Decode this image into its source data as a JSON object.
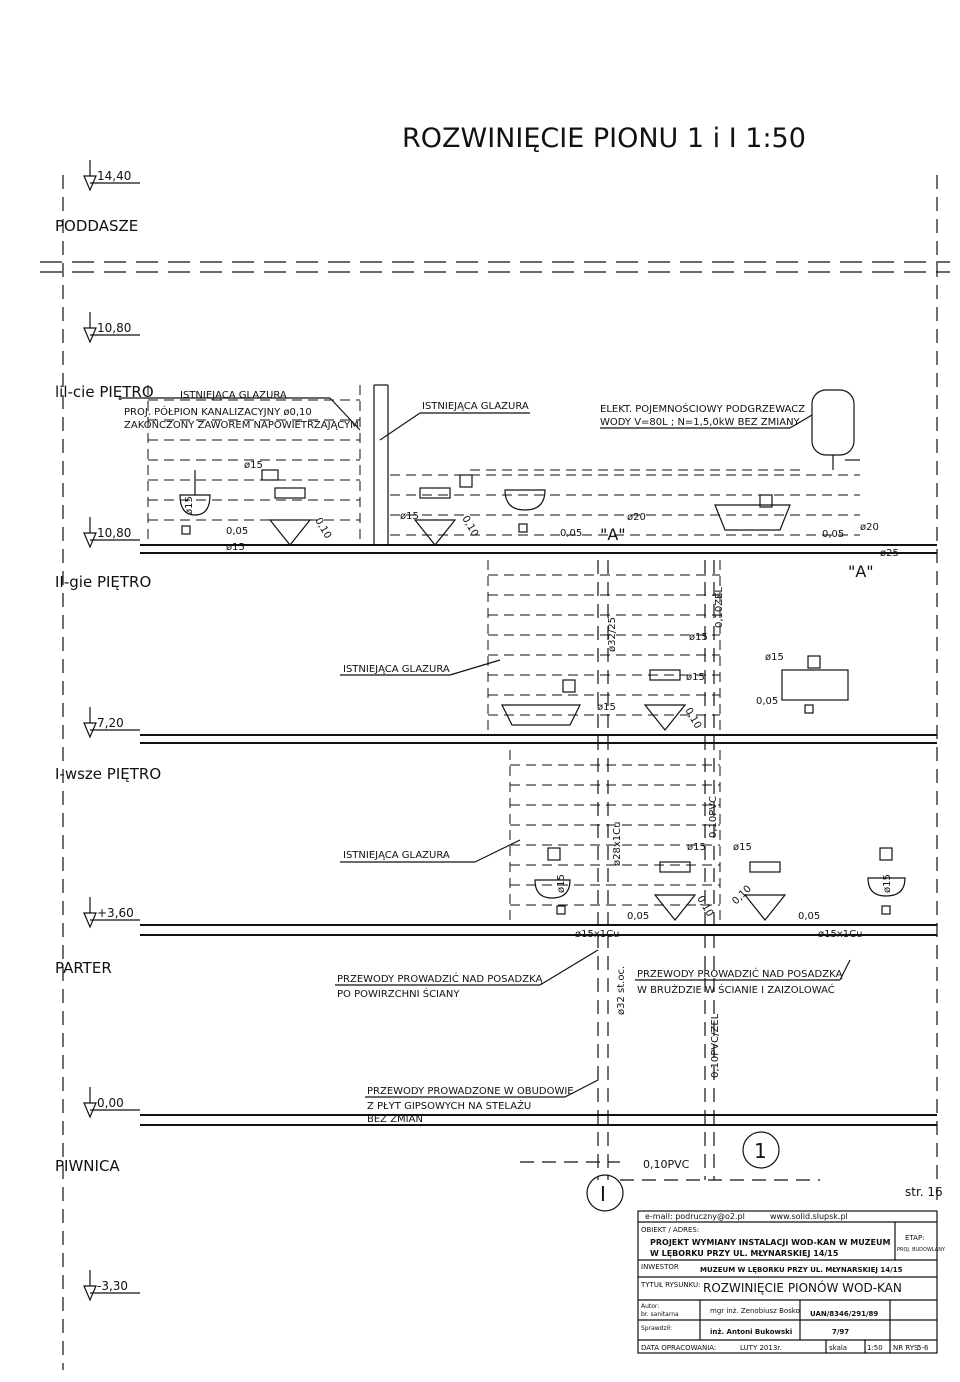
{
  "title": "ROZWINIĘCIE PIONU    1 i I   1:50",
  "levels": [
    {
      "elev": "14,40",
      "name": "PODDASZE"
    },
    {
      "elev": "10,80",
      "name": "lil-cie PIĘTRO"
    },
    {
      "elev": "10,80",
      "name": "II-gie PIĘTRO"
    },
    {
      "elev": "7,20",
      "name": "I-wsze PIĘTRO"
    },
    {
      "elev": "+3,60",
      "name": "PARTER"
    },
    {
      "elev": "0,00",
      "name": "PIWNICA"
    },
    {
      "elev": "-3,30",
      "name": ""
    }
  ],
  "notes": {
    "glazura": "ISTNIEJĄCA GLAZURA",
    "polpion1": "PROJ. PÓŁPION KANALIZACYJNY ø0,10",
    "polpion2": "ZAKOŃCZONY ZAWOREM NAPOWIETRZAJĄCYM",
    "podgrzewacz1": "ELEKT. POJEMNOŚCIOWY PODGRZEWACZ",
    "podgrzewacz2": "WODY  V=80L ;  N=1,5,0kW BEZ ZMIANY",
    "posadzka1": "PRZEWODY PROWADZIĆ NAD POSADZKĄ",
    "posadzka2": "PO POWIRZCHNI ŚCIANY",
    "bruzda1": "PRZEWODY PROWADZIĆ NAD POSADZKĄ",
    "bruzda2": "W BRUŹDZIE W ŚCIANIE I ZAIZOLOWAĆ",
    "obudowa1": "PRZEWODY PROWADZONE W OBUDOWIE",
    "obudowa2": "Z PŁYT GIPSOWYCH NA STELAŻU",
    "obudowa3": "BEZ ZMIAN"
  },
  "dims": {
    "d15": "ø15",
    "d20": "ø20",
    "d25": "ø25",
    "p005": "0,05",
    "p010": "0,10",
    "a": "\"A\"",
    "d3225": "ø32/25",
    "ze1": "0,10ZEL",
    "d28cu": "ø28x1Cu",
    "pvc": "0,10PVC",
    "d15cu": "ø15x1Cu",
    "d32st": "ø32 st.oc.",
    "pvcze": "0,10PVC/ZEL",
    "pvc2": "0,10PVC",
    "pion1": "1",
    "pionI": "I"
  },
  "titleblock": {
    "page": "str. 16",
    "email": "e-mail: podruczny@o2.pl",
    "www": "www.solid.slupsk.pl",
    "obiekt_label": "OBIEKT / ADRES:",
    "obiekt1": "PROJEKT WYMIANY INSTALACJI WOD-KAN W MUZEUM",
    "obiekt2": "W LĘBORKU PRZY UL. MŁYNARSKIEJ 14/15",
    "etap_label": "ETAP:",
    "etap": "PROJ. BUDOWLANY",
    "inwestor_label": "INWESTOR",
    "inwestor": "MUZEUM W LĘBORKU PRZY UL. MŁYNARSKIEJ 14/15",
    "tytul_label": "TYTUŁ RYSUNKU:",
    "tytul": "ROZWINIĘCIE PIONÓW WOD-KAN",
    "autor_label1": "Autor:",
    "autor_label2": "br. sanitarna",
    "autor": "mgr inż. Zenobiusz Bosko",
    "autor_nr": "UAN/8346/291/89",
    "sprawdzil_label": "Sprawdził:",
    "sprawdzil": "inż. Antoni Bukowski",
    "sprawdzil_nr": "7/97",
    "data_label": "DATA OPRACOWANIA:",
    "data": "LUTY 2013r.",
    "skala_label": "skala",
    "skala": "1:50",
    "nr_label": "NR RYS:",
    "nr": "5-6"
  }
}
